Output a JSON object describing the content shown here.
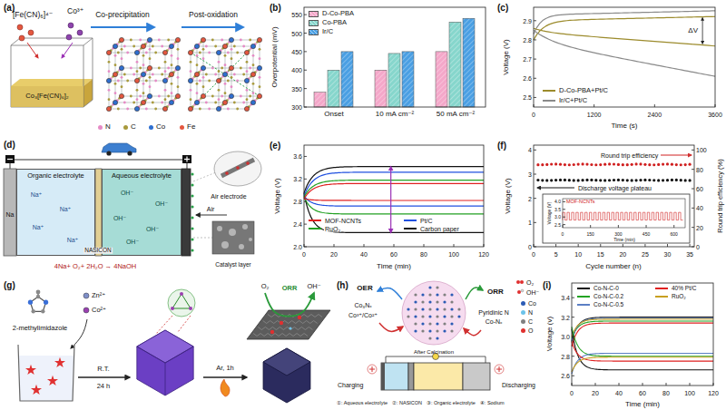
{
  "diagram": {
    "nodes": [
      {
        "text": [
          "Co₃[Fe(CN)₆]₂"
        ]
      },
      {
        "text": [
          "Organic electrolyte"
        ]
      },
      {
        "text": [
          "Aqueous electrolyte"
        ]
      }
    ],
    "labels": [
      "(a)",
      "[Fe(CN)₆]⁴⁻",
      "Co³⁺",
      "Co-precipitation",
      "Post-oxidation",
      "(b)",
      "Overpotential (mV)",
      "300",
      "350",
      "400",
      "450",
      "500",
      "550",
      "Onset",
      "10 mA cm⁻²",
      "50 mA cm⁻²",
      "(c)",
      "Voltage (V)",
      "2.5",
      "2.6",
      "2.7",
      "2.8",
      "2.9",
      "0",
      "1200",
      "2400",
      "3600",
      "Time (s)",
      "ΔV",
      "(d)",
      "NASICON",
      "Na",
      "Na⁺",
      "Na⁺",
      "Na⁺",
      "Na⁺",
      "OH⁻",
      "OH⁻",
      "OH⁻",
      "OH⁻",
      "OH⁻",
      "Air",
      "Air electrode",
      "Catalyst layer",
      "4Na+ O₂+ 2H₂O → 4NaOH",
      "(e)",
      "Voltage (V)",
      "2.0",
      "2.4",
      "2.8",
      "3.2",
      "3.6",
      "0",
      "20",
      "40",
      "60",
      "80",
      "100",
      "120",
      "Time (min)",
      "(f)",
      "Voltage (V)",
      "0",
      "1",
      "2",
      "3",
      "4",
      "Round trip efficiency (%)",
      "0",
      "20",
      "40",
      "60",
      "80",
      "100",
      "0",
      "5",
      "10",
      "15",
      "20",
      "25",
      "30",
      "35",
      "Cycle number (n)",
      "Round trip efficiency",
      "Discharge voltage plateau",
      "MOF-NCNTs",
      "Voltage (V)",
      "2.5",
      "3.0",
      "3.5",
      "4.0",
      "0",
      "150",
      "300",
      "450",
      "600",
      "Time (min)",
      "(g)",
      "2-methylimidazole",
      "Zn²⁺",
      "Co²⁺",
      "R.T.",
      "24 h",
      "Ar, 1h",
      "O₂",
      "OH⁻",
      "ORR",
      "(h)",
      "OER",
      "Co₃Nₓ",
      "Co³⁺/Co²⁺",
      "ORR",
      "Pyridinic N",
      "Co-Nₓ",
      "O₂",
      "OH⁻",
      "After Calcination",
      "Charging",
      "Discharging",
      "①: Aqueous electrolyte",
      "②: NASICON",
      "③: Organic electrolyte",
      "④: Sodium",
      "(i)",
      "Voltage (v)",
      "2.6",
      "2.8",
      "3.0",
      "3.2",
      "3.4",
      "0",
      "20",
      "40",
      "60",
      "80",
      "100",
      "120",
      "Time (min)"
    ],
    "legend": [
      {
        "text": "N",
        "color": "#e68bc6"
      },
      {
        "text": "C",
        "color": "#a89a3c"
      },
      {
        "text": "Co",
        "color": "#2f6fd0"
      },
      {
        "text": "Fe",
        "color": "#e4573f"
      },
      {
        "text": "D-Co-PBA",
        "color": "#f4a7c9"
      },
      {
        "text": "Co-PBA",
        "color": "#86d6cc"
      },
      {
        "text": "Ir/C",
        "color": "#4a9fe3"
      },
      {
        "text": "D-Co-PBA+Pt/C"
      },
      {
        "text": "Ir/C+Pt/C"
      },
      {
        "text": "MOF-NCNTs"
      },
      {
        "text": "Pt/C"
      },
      {
        "text": "RuO₂"
      },
      {
        "text": "Carbon paper"
      },
      {
        "text": "Co",
        "color": "#2c5cb5"
      },
      {
        "text": "N",
        "color": "#6cc3ea"
      },
      {
        "text": "C",
        "color": "#808080"
      },
      {
        "text": "O",
        "color": "#e0312f"
      },
      {
        "text": "Co-N-C-0"
      },
      {
        "text": "Co-N-C-0.2"
      },
      {
        "text": "Co-N-C-0.5"
      },
      {
        "text": "40% Pt/C"
      },
      {
        "text": "RuO₂"
      }
    ]
  }
}
